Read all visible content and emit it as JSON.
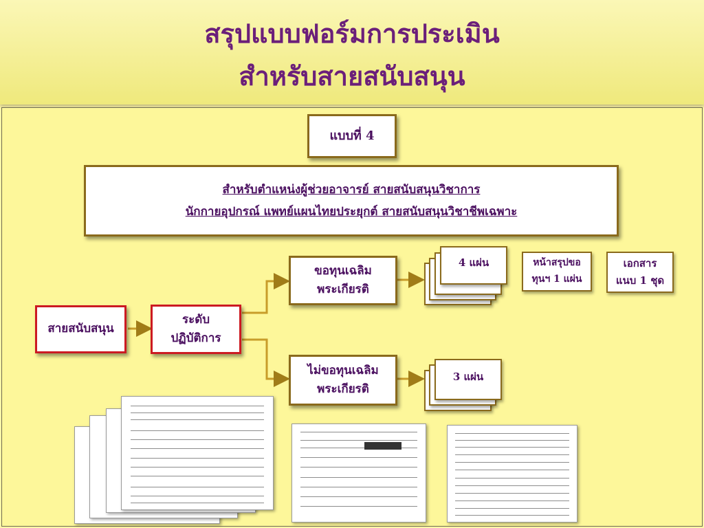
{
  "header": {
    "title_line1": "สรุปแบบฟอร์มการประเมิน",
    "title_line2": "สำหรับสายสนับสนุน"
  },
  "diagram": {
    "form_label": "แบบที่ 4",
    "positions_line1": "สำหรับตำแหน่งผู้ช่วยอาจารย์ สายสนับสนุนวิชาการ",
    "positions_line2": "นักกายอุปกรณ์  แพทย์แผนไทยประยุกต์ สายสนับสนุนวิชาชีพเฉพาะ",
    "staff_box": "สายสนับสนุน",
    "level_line1": "ระดับ",
    "level_line2": "ปฏิบัติการ",
    "apply_line1": "ขอทุนเฉลิม",
    "apply_line2": "พระเกียรติ",
    "noapply_line1": "ไม่ขอทุนเฉลิม",
    "noapply_line2": "พระเกียรติ",
    "sheets_4": "4 แผ่น",
    "sheets_3": "3 แผ่น",
    "summary_line1": "หน้าสรุปขอ",
    "summary_line2": "ทุนฯ 1 แผ่น",
    "attach_line1": "เอกสาร",
    "attach_line2": "แนบ 1 ชุด"
  },
  "colors": {
    "title": "#6b1f7a",
    "text": "#4b1060",
    "border_gold": "#8a6a1c",
    "border_red": "#cc1a22",
    "background": "#fdf79a"
  }
}
